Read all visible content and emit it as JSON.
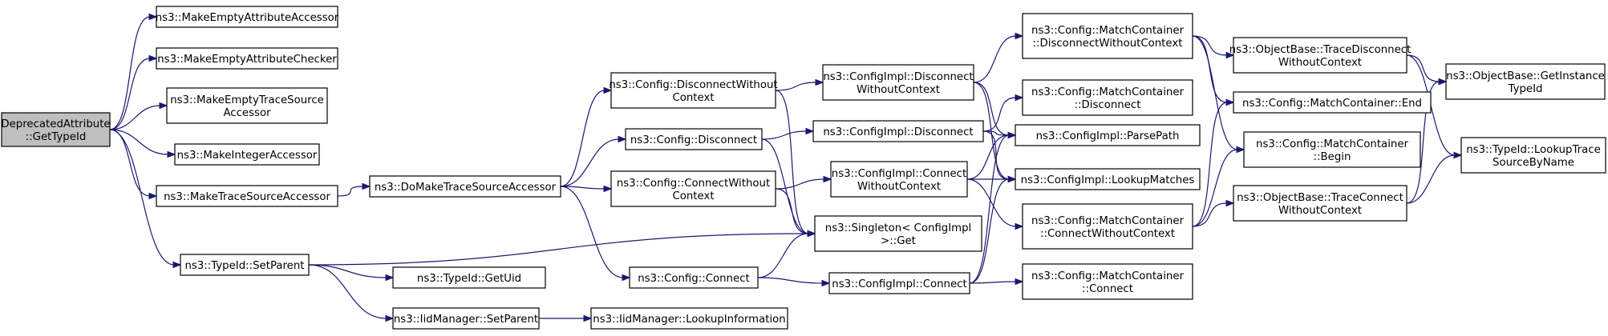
{
  "nodes": [
    {
      "id": "root",
      "lines": [
        "DeprecatedAttribute",
        "::GetTypeId"
      ],
      "root": true
    },
    {
      "id": "n1",
      "lines": [
        "ns3::MakeEmptyAttributeAccessor"
      ]
    },
    {
      "id": "n2",
      "lines": [
        "ns3::MakeEmptyAttributeChecker"
      ]
    },
    {
      "id": "n3",
      "lines": [
        "ns3::MakeEmptyTraceSource",
        "Accessor"
      ]
    },
    {
      "id": "n4",
      "lines": [
        "ns3::MakeIntegerAccessor"
      ]
    },
    {
      "id": "n5",
      "lines": [
        "ns3::MakeTraceSourceAccessor"
      ]
    },
    {
      "id": "n6",
      "lines": [
        "ns3::TypeId::SetParent"
      ]
    },
    {
      "id": "n7",
      "lines": [
        "ns3::DoMakeTraceSourceAccessor"
      ]
    },
    {
      "id": "n8",
      "lines": [
        "ns3::TypeId::GetUid"
      ]
    },
    {
      "id": "n9",
      "lines": [
        "ns3::IidManager::SetParent"
      ]
    },
    {
      "id": "n10",
      "lines": [
        "ns3::IidManager::LookupInformation"
      ]
    },
    {
      "id": "n11",
      "lines": [
        "ns3::Config::DisconnectWithout",
        "Context"
      ]
    },
    {
      "id": "n12",
      "lines": [
        "ns3::Config::Disconnect"
      ]
    },
    {
      "id": "n13",
      "lines": [
        "ns3::Config::ConnectWithout",
        "Context"
      ]
    },
    {
      "id": "n14",
      "lines": [
        "ns3::Config::Connect"
      ]
    },
    {
      "id": "n15",
      "lines": [
        "ns3::ConfigImpl::Disconnect",
        "WithoutContext"
      ]
    },
    {
      "id": "n16",
      "lines": [
        "ns3::ConfigImpl::Disconnect"
      ]
    },
    {
      "id": "n17",
      "lines": [
        "ns3::ConfigImpl::Connect",
        "WithoutContext"
      ]
    },
    {
      "id": "n18",
      "lines": [
        "ns3::Singleton< ConfigImpl",
        " >::Get"
      ]
    },
    {
      "id": "n19",
      "lines": [
        "ns3::ConfigImpl::Connect"
      ]
    },
    {
      "id": "n20",
      "lines": [
        "ns3::Config::MatchContainer",
        "::DisconnectWithoutContext"
      ]
    },
    {
      "id": "n21",
      "lines": [
        "ns3::Config::MatchContainer",
        "::Disconnect"
      ]
    },
    {
      "id": "n22",
      "lines": [
        "ns3::ConfigImpl::ParsePath"
      ]
    },
    {
      "id": "n23",
      "lines": [
        "ns3::ConfigImpl::LookupMatches"
      ]
    },
    {
      "id": "n24",
      "lines": [
        "ns3::Config::MatchContainer",
        "::ConnectWithoutContext"
      ]
    },
    {
      "id": "n25",
      "lines": [
        "ns3::Config::MatchContainer",
        "::Connect"
      ]
    },
    {
      "id": "n26",
      "lines": [
        "ns3::ObjectBase::TraceDisconnect",
        "WithoutContext"
      ]
    },
    {
      "id": "n27",
      "lines": [
        "ns3::Config::MatchContainer::End"
      ]
    },
    {
      "id": "n28",
      "lines": [
        "ns3::Config::MatchContainer",
        "::Begin"
      ]
    },
    {
      "id": "n29",
      "lines": [
        "ns3::ObjectBase::TraceConnect",
        "WithoutContext"
      ]
    },
    {
      "id": "n30",
      "lines": [
        "ns3::ObjectBase::GetInstance",
        "TypeId"
      ]
    },
    {
      "id": "n31",
      "lines": [
        "ns3::TypeId::LookupTrace",
        "SourceByName"
      ]
    }
  ],
  "edges": [
    [
      "root",
      "n1"
    ],
    [
      "root",
      "n2"
    ],
    [
      "root",
      "n3"
    ],
    [
      "root",
      "n4"
    ],
    [
      "root",
      "n5"
    ],
    [
      "root",
      "n6"
    ],
    [
      "n5",
      "n7"
    ],
    [
      "n6",
      "n8"
    ],
    [
      "n6",
      "n9"
    ],
    [
      "n6",
      "n18"
    ],
    [
      "n9",
      "n10"
    ],
    [
      "n7",
      "n11"
    ],
    [
      "n7",
      "n12"
    ],
    [
      "n7",
      "n13"
    ],
    [
      "n7",
      "n14"
    ],
    [
      "n11",
      "n15"
    ],
    [
      "n11",
      "n18"
    ],
    [
      "n12",
      "n16"
    ],
    [
      "n12",
      "n18"
    ],
    [
      "n13",
      "n17"
    ],
    [
      "n13",
      "n18"
    ],
    [
      "n14",
      "n19"
    ],
    [
      "n14",
      "n18"
    ],
    [
      "n15",
      "n20"
    ],
    [
      "n15",
      "n22"
    ],
    [
      "n15",
      "n23"
    ],
    [
      "n16",
      "n21"
    ],
    [
      "n16",
      "n22"
    ],
    [
      "n16",
      "n23"
    ],
    [
      "n17",
      "n22"
    ],
    [
      "n17",
      "n23"
    ],
    [
      "n17",
      "n24"
    ],
    [
      "n19",
      "n22"
    ],
    [
      "n19",
      "n23"
    ],
    [
      "n19",
      "n25"
    ],
    [
      "n20",
      "n26"
    ],
    [
      "n20",
      "n27"
    ],
    [
      "n20",
      "n28"
    ],
    [
      "n24",
      "n27"
    ],
    [
      "n24",
      "n28"
    ],
    [
      "n24",
      "n29"
    ],
    [
      "n26",
      "n30"
    ],
    [
      "n26",
      "n31"
    ],
    [
      "n29",
      "n30"
    ],
    [
      "n29",
      "n31"
    ]
  ]
}
